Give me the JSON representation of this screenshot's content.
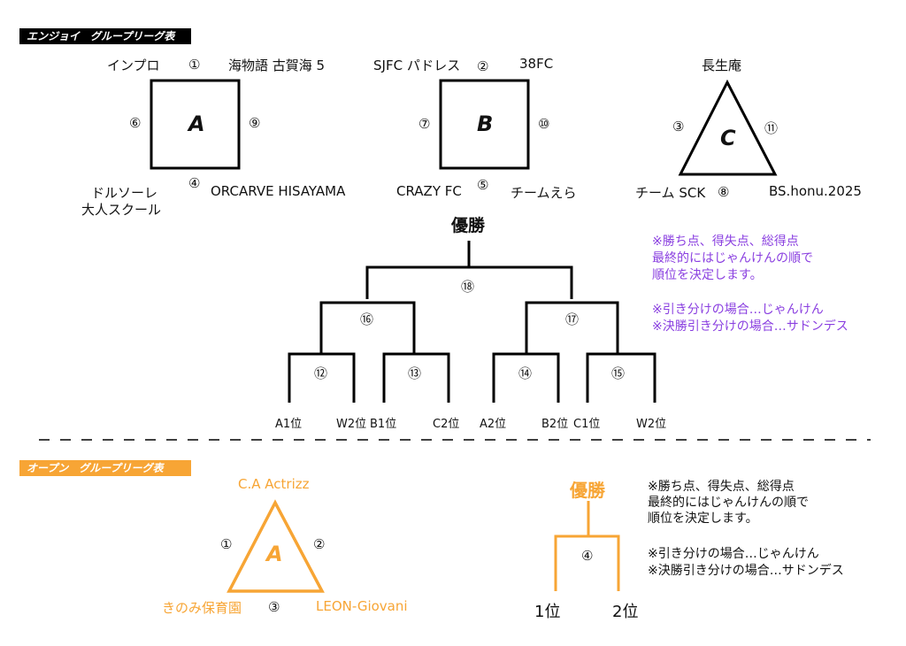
{
  "colors": {
    "orange": "#f7a535",
    "black": "#000000",
    "purple": "#8a3fe0"
  },
  "enjoy": {
    "banner": "エンジョイ　グループリーグ表",
    "groupA": {
      "letter": "A",
      "teams": {
        "top_left": "インプロ",
        "top_right": "海物語 古賀海 5",
        "bottom_left_1": "ドルソーレ",
        "bottom_left_2": "大人スクール",
        "bottom_right": "ORCARVE HISAYAMA"
      },
      "matches": {
        "top": "①",
        "bottom": "④",
        "left": "⑥",
        "right": "⑨"
      }
    },
    "groupB": {
      "letter": "B",
      "teams": {
        "top_left": "SJFC パドレス",
        "top_right": "38FC",
        "bottom_left": "CRAZY FC",
        "bottom_right": "チームえら"
      },
      "matches": {
        "top": "②",
        "bottom": "⑤",
        "left": "⑦",
        "right": "⑩"
      }
    },
    "groupC": {
      "letter": "C",
      "teams": {
        "top": "長生庵",
        "bottom_left": "チーム SCK",
        "bottom_right": "BS.honu.2025"
      },
      "matches": {
        "left": "③",
        "right": "⑪",
        "bottom": "⑧"
      }
    },
    "bracket": {
      "title": "優勝",
      "final": "⑱",
      "semis": [
        "⑯",
        "⑰"
      ],
      "quarters": [
        "⑫",
        "⑬",
        "⑭",
        "⑮"
      ],
      "slots": [
        "A1位",
        "W2位",
        "B1位",
        "C2位",
        "A2位",
        "B2位",
        "C1位",
        "W2位"
      ]
    },
    "notes": [
      "※勝ち点、得失点、総得点",
      "最終的にはじゃんけんの順で",
      "順位を決定します。",
      "※引き分けの場合…じゃんけん",
      "※決勝引き分けの場合…サドンデス"
    ]
  },
  "open": {
    "banner": "オープン　グループリーグ表",
    "groupA": {
      "letter": "A",
      "teams": {
        "top": "C.A Actrizz",
        "bottom_left": "きのみ保育園",
        "bottom_right": "LEON-Giovani"
      },
      "matches": {
        "left": "①",
        "right": "②",
        "bottom": "③"
      }
    },
    "bracket": {
      "title": "優勝",
      "final": "④",
      "slots": [
        "1位",
        "2位"
      ]
    },
    "notes": [
      "※勝ち点、得失点、総得点",
      "最終的にはじゃんけんの順で",
      "順位を決定します。",
      "※引き分けの場合…じゃんけん",
      "※決勝引き分けの場合…サドンデス"
    ]
  }
}
